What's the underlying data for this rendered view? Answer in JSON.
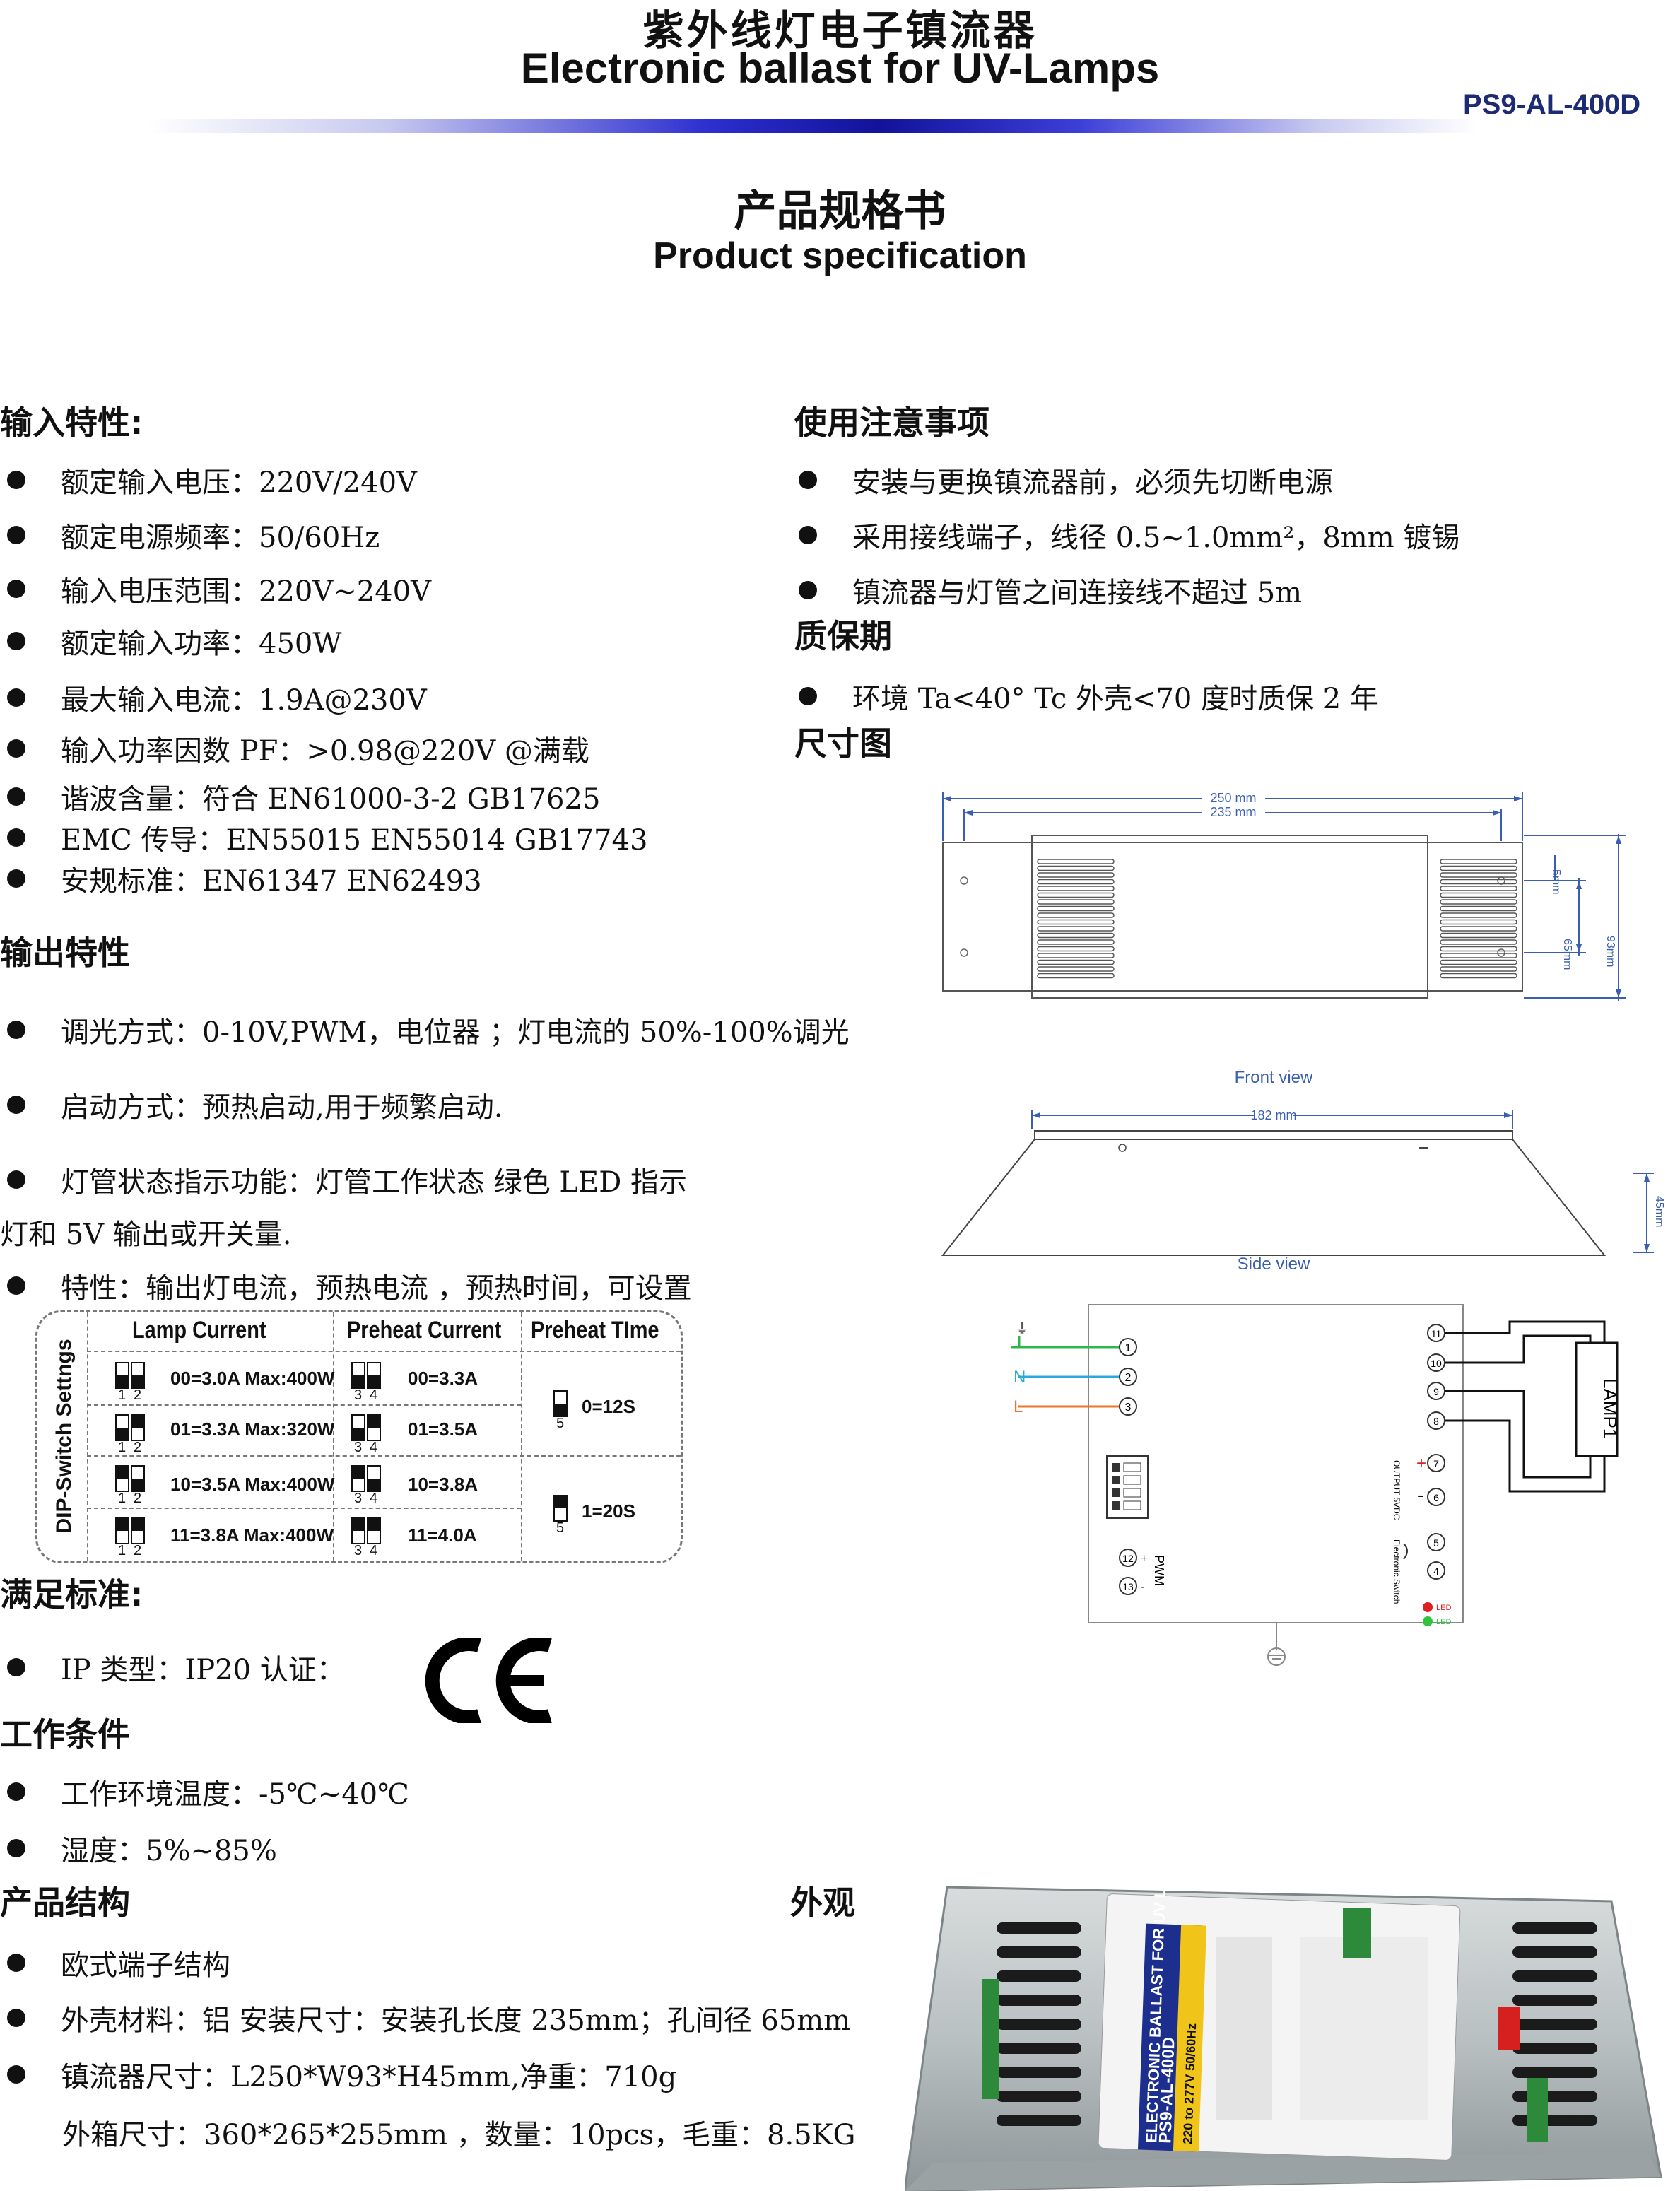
{
  "header": {
    "title_cn": "紫外线灯电子镇流器",
    "title_en": "Electronic ballast for UV-Lamps",
    "model": "PS9-AL-400D",
    "spec_cn": "产品规格书",
    "spec_en": "Product specification"
  },
  "input": {
    "heading": "输入特性:",
    "items": [
      "额定输入电压：220V/240V",
      "额定电源频率：50/60Hz",
      "输入电压范围：220V~240V",
      "额定输入功率：450W",
      "最大输入电流：1.9A@230V",
      "输入功率因数 PF：>0.98@220V @满载",
      "谐波含量：符合 EN61000-3-2 GB17625",
      "EMC  传导：EN55015 EN55014 GB17743",
      "安规标准：EN61347 EN62493"
    ]
  },
  "output": {
    "heading": "输出特性",
    "items": [
      "调光方式：0-10V,PWM，电位器 ；灯电流的 50%-100%调光",
      "启动方式：预热启动,用于频繁启动.",
      "灯管状态指示功能：灯管工作状态 绿色 LED 指示"
    ],
    "continuation": "灯和 5V 输出或开关量.",
    "feature": "特性：输出灯电流，预热电流 ，预热时间，可设置"
  },
  "dip": {
    "side_label": "DIP-Switch Settngs",
    "headers": [
      "Lamp Current",
      "Preheat Current",
      "Preheat TIme"
    ],
    "lamp_rows": [
      "00=3.0A  Max:400W",
      "01=3.3A  Max:320W",
      "10=3.5A  Max:400W",
      "11=3.8A  Max:400W"
    ],
    "preheat_rows": [
      "00=3.3A",
      "01=3.5A",
      "10=3.8A",
      "11=4.0A"
    ],
    "time_rows": [
      "0=12S",
      "1=20S"
    ],
    "sw_labels_a": [
      "1",
      "2"
    ],
    "sw_labels_b": [
      "3",
      "4"
    ],
    "sw_label_c": "5"
  },
  "standards": {
    "heading": "满足标准:",
    "item": "IP  类型：IP20  认证：",
    "mark": "CE"
  },
  "conditions": {
    "heading": "工作条件",
    "items": [
      "工作环境温度：-5℃~40℃",
      "湿度：5%~85%"
    ]
  },
  "structure": {
    "heading": "产品结构",
    "items": [
      "欧式端子结构",
      "外壳材料：铝 安装尺寸：安装孔长度 235mm；孔间径 65mm",
      "镇流器尺寸：L250*W93*H45mm,净重：710g"
    ],
    "continuation": "外箱尺寸：360*265*255mm ，数量：10pcs，毛重：8.5KG"
  },
  "notes": {
    "heading": "使用注意事项",
    "items": [
      "安装与更换镇流器前，必须先切断电源",
      "采用接线端子，线径 0.5~1.0mm²，8mm 镀锡",
      "镇流器与灯管之间连接线不超过 5m"
    ]
  },
  "warranty": {
    "heading": "质保期",
    "item": "环境 Ta<40° Tc 外壳<70 度时质保 2 年"
  },
  "dimensions": {
    "heading": "尺寸图",
    "dim_250": "250 mm",
    "dim_235": "235 mm",
    "dim_5": "5mm",
    "dim_65": "65mm",
    "dim_93": "93mm",
    "front_view": "Front view",
    "dim_182": "182 mm",
    "dim_45": "45mm",
    "side_view": "Side view"
  },
  "wiring": {
    "lamp": "LAMP1",
    "terminals_left": [
      "1",
      "2",
      "3"
    ],
    "terminals_right": [
      "11",
      "10",
      "9",
      "8"
    ],
    "terminals_out": [
      "7",
      "6"
    ],
    "terminals_switch": [
      "5",
      "4"
    ],
    "terminals_pwm": [
      "12",
      "13"
    ],
    "line_labels": [
      "N",
      "L"
    ],
    "pwm": "PWM",
    "output_label": "OUTPUT 5VDC",
    "switch_label": "Electronic Switch",
    "led": "LED",
    "colors": {
      "earth": "#2db84a",
      "neutral": "#29a9e0",
      "live": "#e8772e",
      "red_led": "#e02020",
      "green_led": "#2ec43c"
    }
  },
  "appearance": {
    "heading": "外观",
    "label_line1": "ELECTRONIC BALLAST FOR UV LAMPS",
    "label_line2": "PS9-AL-400D",
    "label_line3": "220 to 277V 50/60Hz"
  }
}
